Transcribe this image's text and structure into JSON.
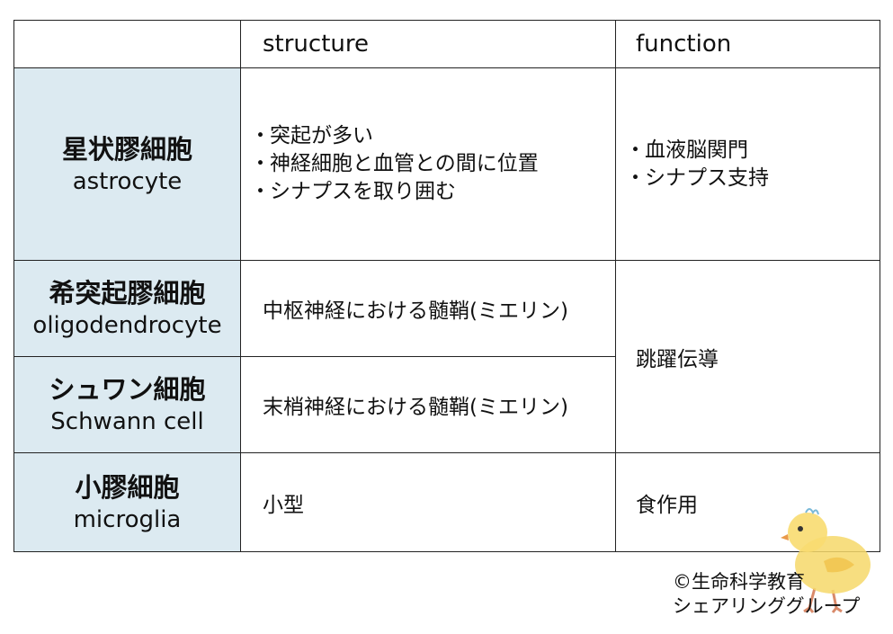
{
  "header": {
    "structure": "structure",
    "function": "function"
  },
  "rows": [
    {
      "jp": "星状膠細胞",
      "en": "astrocyte",
      "structure": [
        "突起が多い",
        "神経細胞と血管との間に位置",
        "シナプスを取り囲む"
      ],
      "function": [
        "血液脳関門",
        "シナプス支持"
      ]
    },
    {
      "jp": "希突起膠細胞",
      "en": "oligodendrocyte",
      "structure": "中枢神経における髄鞘(ミエリン)"
    },
    {
      "jp": "シュワン細胞",
      "en": "Schwann cell",
      "structure": "末梢神経における髄鞘(ミエリン)"
    },
    {
      "jp": "小膠細胞",
      "en": "microglia",
      "structure": "小型",
      "function": "食作用"
    }
  ],
  "shared_function": "跳躍伝導",
  "bullet_marker": "・",
  "copyright": {
    "line1": "©生命科学教育",
    "line2": "シェアリンググループ"
  },
  "colors": {
    "name_cell_bg": "#dceaf1",
    "border": "#222222"
  },
  "icons": [
    "chick-illustration"
  ]
}
